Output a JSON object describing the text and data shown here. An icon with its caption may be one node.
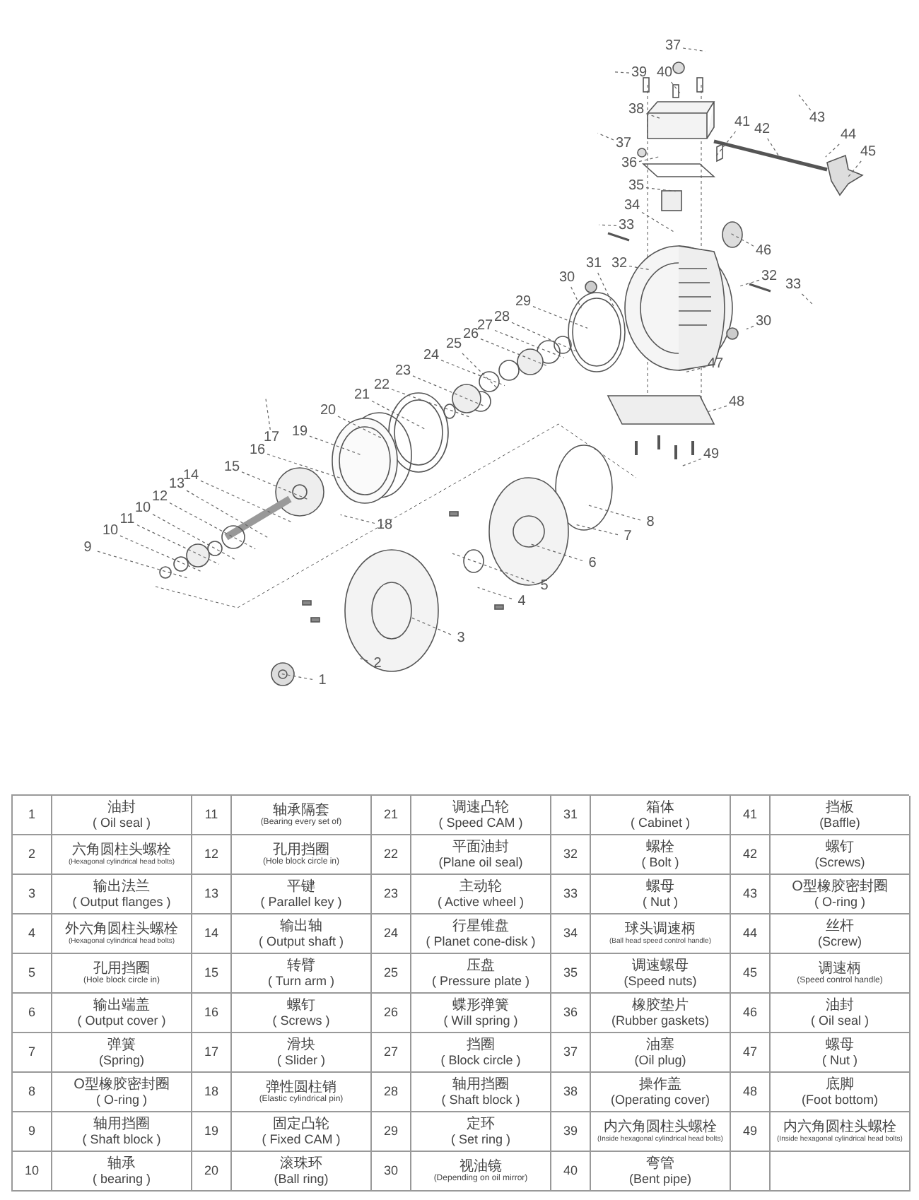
{
  "diagram": {
    "nodes": [
      {
        "text": [
          "37"
        ]
      },
      {
        "text": [
          "40"
        ]
      },
      {
        "text": [
          "39"
        ]
      },
      {
        "text": [
          "38"
        ]
      },
      {
        "text": [
          "41"
        ]
      },
      {
        "text": [
          "42"
        ]
      },
      {
        "text": [
          "43"
        ]
      },
      {
        "text": [
          "44"
        ]
      },
      {
        "text": [
          "45"
        ]
      },
      {
        "text": [
          "37"
        ]
      },
      {
        "text": [
          "36"
        ]
      },
      {
        "text": [
          "35"
        ]
      },
      {
        "text": [
          "34"
        ]
      },
      {
        "text": [
          "33"
        ]
      },
      {
        "text": [
          "31"
        ]
      },
      {
        "text": [
          "32"
        ]
      },
      {
        "text": [
          "46"
        ]
      },
      {
        "text": [
          "32"
        ]
      },
      {
        "text": [
          "33"
        ]
      },
      {
        "text": [
          "30"
        ]
      },
      {
        "text": [
          "30"
        ]
      },
      {
        "text": [
          "29"
        ]
      },
      {
        "text": [
          "28"
        ]
      },
      {
        "text": [
          "27"
        ]
      },
      {
        "text": [
          "26"
        ]
      },
      {
        "text": [
          "25"
        ]
      },
      {
        "text": [
          "24"
        ]
      },
      {
        "text": [
          "23"
        ]
      },
      {
        "text": [
          "22"
        ]
      },
      {
        "text": [
          "21"
        ]
      },
      {
        "text": [
          "20"
        ]
      },
      {
        "text": [
          "19"
        ]
      },
      {
        "text": [
          "17"
        ]
      },
      {
        "text": [
          "16"
        ]
      },
      {
        "text": [
          "15"
        ]
      },
      {
        "text": [
          "14"
        ]
      },
      {
        "text": [
          "13"
        ]
      },
      {
        "text": [
          "12"
        ]
      },
      {
        "text": [
          "10"
        ]
      },
      {
        "text": [
          "11"
        ]
      },
      {
        "text": [
          "10"
        ]
      },
      {
        "text": [
          "9"
        ]
      },
      {
        "text": [
          "18"
        ]
      },
      {
        "text": [
          "8"
        ]
      },
      {
        "text": [
          "7"
        ]
      },
      {
        "text": [
          "6"
        ]
      },
      {
        "text": [
          "5"
        ]
      },
      {
        "text": [
          "4"
        ]
      },
      {
        "text": [
          "3"
        ]
      },
      {
        "text": [
          "2"
        ]
      },
      {
        "text": [
          "1"
        ]
      },
      {
        "text": [
          "47"
        ]
      },
      {
        "text": [
          "48"
        ]
      },
      {
        "text": [
          "49"
        ]
      }
    ],
    "edges": [
      {
        "from": 0,
        "to": null,
        "arrow": "none",
        "style": "dashed"
      },
      {
        "from": 1,
        "to": null,
        "arrow": "none",
        "style": "dashed"
      },
      {
        "from": 2,
        "to": null,
        "arrow": "none",
        "style": "dashed"
      },
      {
        "from": 3,
        "to": null,
        "arrow": "none",
        "style": "dashed"
      },
      {
        "from": 4,
        "to": null,
        "arrow": "none",
        "style": "dashed"
      },
      {
        "from": 5,
        "to": null,
        "arrow": "none",
        "style": "dashed"
      },
      {
        "from": 6,
        "to": null,
        "arrow": "none",
        "style": "dashed"
      },
      {
        "from": 7,
        "to": null,
        "arrow": "none",
        "style": "dashed"
      },
      {
        "from": 8,
        "to": null,
        "arrow": "none",
        "style": "dashed"
      },
      {
        "from": 9,
        "to": null,
        "arrow": "none",
        "style": "dashed"
      },
      {
        "from": 10,
        "to": null,
        "arrow": "none",
        "style": "dashed"
      },
      {
        "from": 11,
        "to": null,
        "arrow": "none",
        "style": "dashed"
      },
      {
        "from": 12,
        "to": null,
        "arrow": "none",
        "style": "dashed"
      },
      {
        "from": 13,
        "to": null,
        "arrow": "none",
        "style": "dashed"
      },
      {
        "from": 14,
        "to": null,
        "arrow": "none",
        "style": "dashed"
      },
      {
        "from": 15,
        "to": null,
        "arrow": "none",
        "style": "dashed"
      },
      {
        "from": 16,
        "to": null,
        "arrow": "none",
        "style": "dashed"
      },
      {
        "from": 17,
        "to": null,
        "arrow": "none",
        "style": "dashed"
      },
      {
        "from": 18,
        "to": null,
        "arrow": "none",
        "style": "dashed"
      },
      {
        "from": 19,
        "to": null,
        "arrow": "none",
        "style": "dashed"
      },
      {
        "from": 20,
        "to": null,
        "arrow": "none",
        "style": "dashed"
      },
      {
        "from": 21,
        "to": null,
        "arrow": "none",
        "style": "dashed"
      },
      {
        "from": 22,
        "to": null,
        "arrow": "none",
        "style": "dashed"
      },
      {
        "from": 23,
        "to": null,
        "arrow": "none",
        "style": "dashed"
      },
      {
        "from": 24,
        "to": null,
        "arrow": "none",
        "style": "dashed"
      },
      {
        "from": 25,
        "to": null,
        "arrow": "none",
        "style": "dashed"
      },
      {
        "from": 26,
        "to": null,
        "arrow": "none",
        "style": "dashed"
      },
      {
        "from": 27,
        "to": null,
        "arrow": "none",
        "style": "dashed"
      },
      {
        "from": 28,
        "to": null,
        "arrow": "none",
        "style": "dashed"
      },
      {
        "from": 29,
        "to": null,
        "arrow": "none",
        "style": "dashed"
      },
      {
        "from": 30,
        "to": null,
        "arrow": "none",
        "style": "dashed"
      },
      {
        "from": 31,
        "to": null,
        "arrow": "none",
        "style": "dashed"
      },
      {
        "from": 32,
        "to": null,
        "arrow": "none",
        "style": "dashed"
      },
      {
        "from": 33,
        "to": null,
        "arrow": "none",
        "style": "dashed"
      },
      {
        "from": 34,
        "to": null,
        "arrow": "none",
        "style": "dashed"
      },
      {
        "from": 35,
        "to": null,
        "arrow": "none",
        "style": "dashed"
      },
      {
        "from": 36,
        "to": null,
        "arrow": "none",
        "style": "dashed"
      },
      {
        "from": 37,
        "to": null,
        "arrow": "none",
        "style": "dashed"
      },
      {
        "from": 38,
        "to": null,
        "arrow": "none",
        "style": "dashed"
      },
      {
        "from": 39,
        "to": null,
        "arrow": "none",
        "style": "dashed"
      },
      {
        "from": 40,
        "to": null,
        "arrow": "none",
        "style": "dashed"
      },
      {
        "from": 41,
        "to": null,
        "arrow": "none",
        "style": "dashed"
      },
      {
        "from": 42,
        "to": null,
        "arrow": "none",
        "style": "dashed"
      },
      {
        "from": 43,
        "to": null,
        "arrow": "none",
        "style": "dashed"
      },
      {
        "from": 44,
        "to": null,
        "arrow": "none",
        "style": "dashed"
      },
      {
        "from": 45,
        "to": null,
        "arrow": "none",
        "style": "dashed"
      },
      {
        "from": 46,
        "to": null,
        "arrow": "none",
        "style": "dashed"
      },
      {
        "from": 47,
        "to": null,
        "arrow": "none",
        "style": "dashed"
      },
      {
        "from": 48,
        "to": null,
        "arrow": "none",
        "style": "dashed"
      },
      {
        "from": 49,
        "to": null,
        "arrow": "none",
        "style": "dashed"
      },
      {
        "from": 50,
        "to": null,
        "arrow": "none",
        "style": "dashed"
      },
      {
        "from": 51,
        "to": null,
        "arrow": "none",
        "style": "dashed"
      },
      {
        "from": 52,
        "to": null,
        "arrow": "none",
        "style": "dashed"
      },
      {
        "from": 53,
        "to": null,
        "arrow": "none",
        "style": "dashed"
      }
    ],
    "labels": [
      "1",
      "油封",
      "( Oil seal )",
      "11",
      "轴承隔套",
      "(Bearing every set of)",
      "21",
      "调速凸轮",
      "( Speed CAM )",
      "31",
      "箱体",
      "( Cabinet )",
      "41",
      "挡板",
      "(Baffle)",
      "2",
      "六角圆柱头螺栓",
      "(Hexagonal cylindrical head bolts)",
      "12",
      "孔用挡圈",
      "(Hole block circle in)",
      "22",
      "平面油封",
      "(Plane oil seal)",
      "32",
      "螺栓",
      "( Bolt )",
      "42",
      "螺钉",
      "(Screws)",
      "3",
      "输出法兰",
      "( Output flanges )",
      "13",
      "平键",
      "( Parallel key )",
      "23",
      "主动轮",
      "( Active wheel )",
      "33",
      "螺母",
      "( Nut )",
      "43",
      "O型橡胶密封圈",
      "( O-ring )",
      "4",
      "外六角圆柱头螺栓",
      "(Hexagonal cylindrical head bolts)",
      "14",
      "输出轴",
      "( Output shaft )",
      "24",
      "行星锥盘",
      "( Planet cone-disk )",
      "34",
      "球头调速柄",
      "(Ball head speed control handle)",
      "44",
      "丝杆",
      "(Screw)",
      "5",
      "孔用挡圈",
      "(Hole block circle in)",
      "15",
      "转臂",
      "( Turn arm )",
      "25",
      "压盘",
      "( Pressure plate )",
      "35",
      "调速螺母",
      "(Speed nuts)",
      "45",
      "调速柄",
      "(Speed control handle)",
      "6",
      "输出端盖",
      "( Output cover )",
      "16",
      "螺钉",
      "( Screws )",
      "26",
      "蝶形弹簧",
      "( Will spring )",
      "36",
      "橡胶垫片",
      "(Rubber gaskets)",
      "46",
      "油封",
      "( Oil seal )",
      "7",
      "弹簧",
      "(Spring)",
      "17",
      "滑块",
      "( Slider )",
      "27",
      "挡圈",
      "( Block circle )",
      "37",
      "油塞",
      "(Oil plug)",
      "47",
      "螺母",
      "( Nut )",
      "8",
      "O型橡胶密封圈",
      "( O-ring )",
      "18",
      "弹性圆柱销",
      "(Elastic cylindrical pin)",
      "28",
      "轴用挡圈",
      "( Shaft block )",
      "38",
      "操作盖",
      "(Operating cover)",
      "48",
      "底脚",
      "(Foot bottom)",
      "9",
      "轴用挡圈",
      "( Shaft block )",
      "19",
      "固定凸轮",
      "( Fixed CAM )",
      "29",
      "定环",
      "( Set ring )",
      "39",
      "内六角圆柱头螺栓",
      "(Inside hexagonal cylindrical head bolts)",
      "49",
      "内六角圆柱头螺栓",
      "(Inside hexagonal cylindrical head bolts)",
      "10",
      "轴承",
      "( bearing )",
      "20",
      "滚珠环",
      "(Ball ring)",
      "30",
      "视油镜",
      "(Depending on oil mirror)",
      "40",
      "弯管",
      "(Bent pipe)"
    ]
  }
}
